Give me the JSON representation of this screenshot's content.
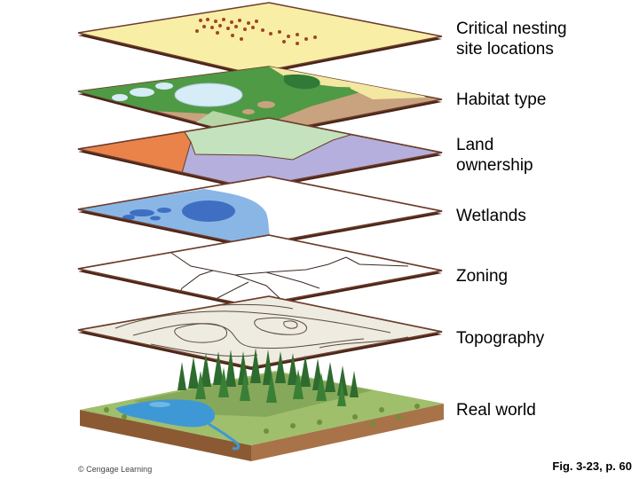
{
  "layers": [
    {
      "id": "nesting",
      "label": "Critical nesting\nsite locations"
    },
    {
      "id": "habitat",
      "label": "Habitat type"
    },
    {
      "id": "ownership",
      "label": "Land\nownership"
    },
    {
      "id": "wetlands",
      "label": "Wetlands"
    },
    {
      "id": "zoning",
      "label": "Zoning"
    },
    {
      "id": "topography",
      "label": "Topography"
    },
    {
      "id": "realworld",
      "label": "Real world"
    }
  ],
  "credit": "© Cengage Learning",
  "figure_ref": "Fig. 3-23, p. 60",
  "colors": {
    "nesting_fill": "#f8eea6",
    "nest_dots": "#a0452a",
    "habitat_green": "#4f9a44",
    "habitat_tan": "#c9a27f",
    "habitat_light": "#b6d6a6",
    "habitat_water": "#d6ecf6",
    "ownership_orange": "#e9834a",
    "ownership_green": "#c3e2bd",
    "ownership_purple": "#b4afdc",
    "wetlands_blue": "#8ab6e6",
    "wetlands_dark": "#3f6fc2",
    "layer_edge": "#6b3c2b",
    "soil": "#9b6a3f",
    "forest": "#2e6b2e",
    "grass": "#9fbf6c",
    "water": "#3f98d6"
  }
}
